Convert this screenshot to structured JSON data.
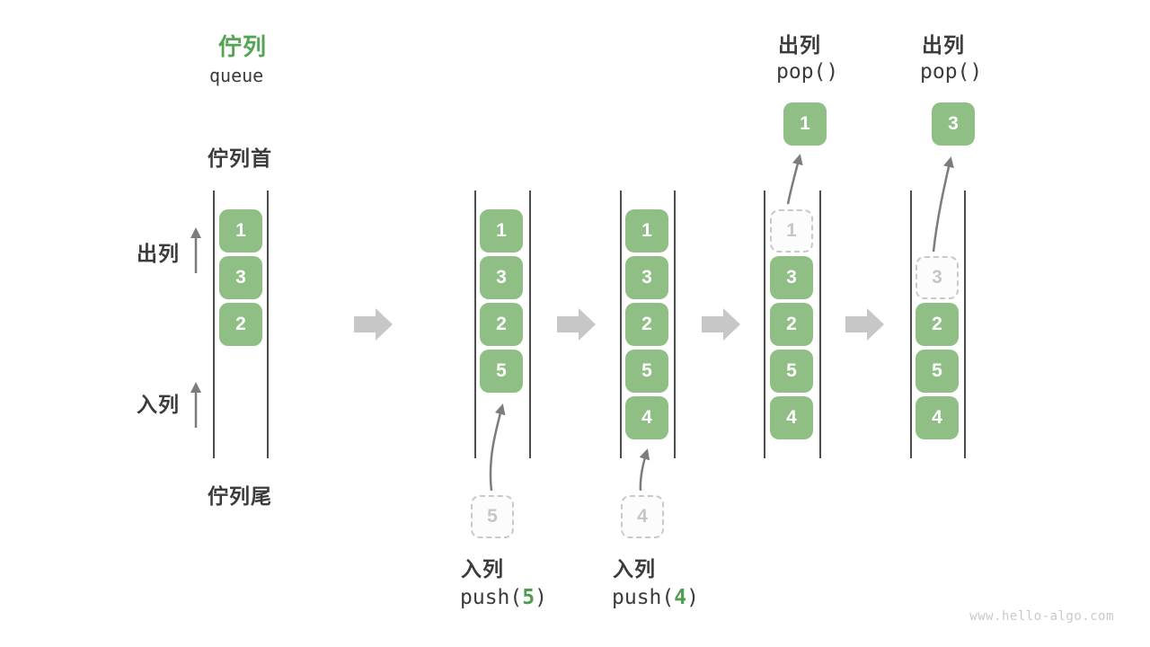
{
  "title": {
    "zh": "佇列",
    "en": "queue"
  },
  "side_labels": {
    "front": "佇列首",
    "rear": "佇列尾",
    "dequeue": "出列",
    "enqueue": "入列"
  },
  "columns": [
    {
      "cells": [
        "1",
        "3",
        "2"
      ]
    },
    {
      "cells": [
        "1",
        "3",
        "2",
        "5"
      ],
      "incoming": "5"
    },
    {
      "cells": [
        "1",
        "3",
        "2",
        "5",
        "4"
      ],
      "incoming": "4"
    },
    {
      "ghost": "1",
      "cells": [
        "3",
        "2",
        "5",
        "4"
      ],
      "popped": "1"
    },
    {
      "ghost": "3",
      "cells": [
        "2",
        "5",
        "4"
      ],
      "popped": "3"
    }
  ],
  "operations": {
    "push5": {
      "label": "入列",
      "fn": "push(",
      "arg": "5",
      "close": ")"
    },
    "push4": {
      "label": "入列",
      "fn": "push(",
      "arg": "4",
      "close": ")"
    },
    "pop1": {
      "label": "出列",
      "call": "pop()"
    },
    "pop2": {
      "label": "出列",
      "call": "pop()"
    }
  },
  "watermark": "www.hello-algo.com",
  "colors": {
    "cell_green": "#8fbf84",
    "title_green": "#55a455",
    "arg_green": "#4f9e4f",
    "wall_gray": "#4d4d4d",
    "block_arrow_gray": "#c7c7c7",
    "thin_arrow_gray": "#7c7c7c",
    "ghost_gray": "#c9c9c9",
    "text_dark": "#3b3b3b"
  }
}
